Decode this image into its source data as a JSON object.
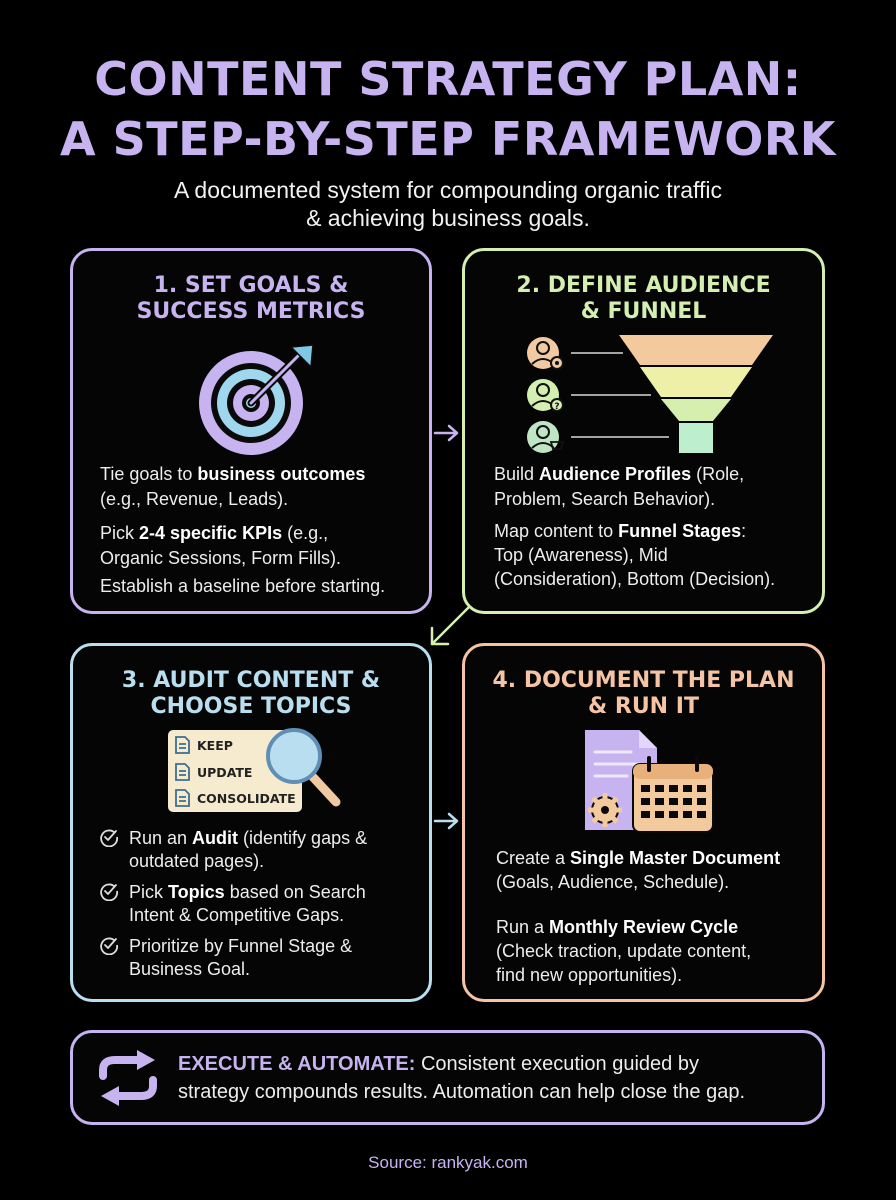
{
  "title": {
    "line1": "CONTENT STRATEGY PLAN:",
    "line2": "A STEP-BY-STEP FRAMEWORK"
  },
  "subtitle": {
    "line1": "A documented system for compounding organic traffic",
    "line2": "& achieving business goals."
  },
  "colors": {
    "lavender": "#c6b3f0",
    "green": "#d4efb0",
    "blue": "#b9def0",
    "peach": "#f5c4a4",
    "background": "#000000"
  },
  "step1": {
    "title_line1": "1. SET GOALS &",
    "title_line2": "SUCCESS METRICS",
    "icon": "target-icon",
    "l1_pre": "Tie goals to ",
    "l1_bold": "business outcomes",
    "l2": "(e.g., Revenue, Leads).",
    "l3_pre": "Pick ",
    "l3_bold": "2-4 specific KPIs",
    "l3_post": " (e.g.,",
    "l4": "Organic Sessions, Form Fills).",
    "l5": "Establish a baseline before starting."
  },
  "step2": {
    "title_line1": "2. DEFINE AUDIENCE",
    "title_line2": "& FUNNEL",
    "icon": "funnel-icon",
    "l1_pre": "Build ",
    "l1_bold": "Audience Profiles",
    "l1_post": " (Role,",
    "l2": "Problem, Search Behavior).",
    "l3_pre": "Map content to ",
    "l3_bold": "Funnel Stages",
    "l3_post": ":",
    "l4": "Top (Awareness), Mid",
    "l5": "(Consideration), Bottom (Decision)."
  },
  "step3": {
    "title_line1": "3. AUDIT CONTENT &",
    "title_line2": "CHOOSE TOPICS",
    "icon": "magnifier-icon",
    "audit_labels": [
      "KEEP",
      "UPDATE",
      "CONSOLIDATE"
    ],
    "b1_pre": "Run an ",
    "b1_bold": "Audit",
    "b1_post": " (identify gaps &",
    "b1_l2": "outdated pages).",
    "b2_pre": "Pick ",
    "b2_bold": "Topics",
    "b2_post": " based on Search",
    "b2_l2": "Intent & Competitive Gaps.",
    "b3_l1": "Prioritize by Funnel Stage &",
    "b3_l2": "Business Goal."
  },
  "step4": {
    "title_line1": "4. DOCUMENT THE PLAN",
    "title_line2": "& RUN IT",
    "icon": "calendar-icon",
    "l1_pre": "Create a ",
    "l1_bold": "Single Master Document",
    "l2": "(Goals, Audience, Schedule).",
    "l3_pre": "Run a ",
    "l3_bold": "Monthly Review Cycle",
    "l4": "(Check traction, update content,",
    "l5": "find new opportunities)."
  },
  "banner": {
    "icon": "repeat-icon",
    "bold": "EXECUTE & AUTOMATE:",
    "l1_post": " Consistent execution guided by",
    "l2": "strategy compounds results. Automation can help close the gap."
  },
  "source": "Source: rankyak.com"
}
